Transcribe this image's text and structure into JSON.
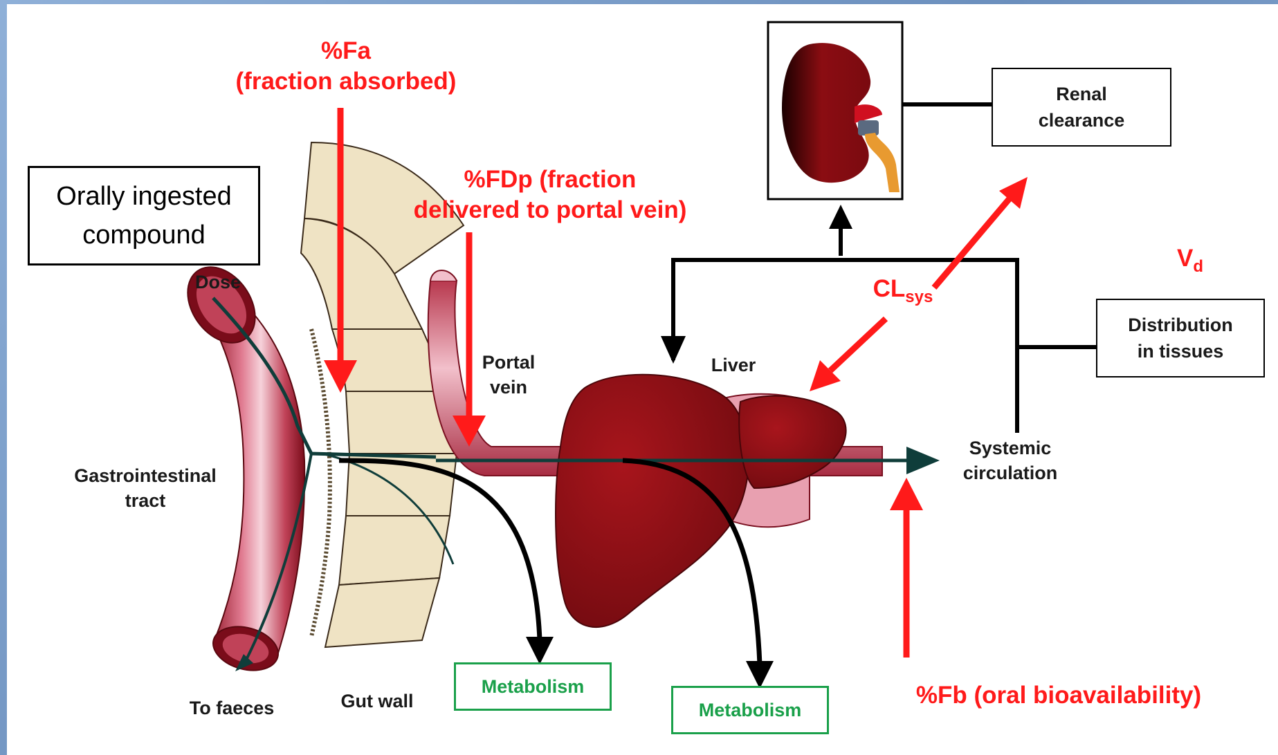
{
  "labels": {
    "fa_title": "%Fa",
    "fa_sub": "(fraction absorbed)",
    "fdp_line1": "%FDp (fraction",
    "fdp_line2": "delivered to portal vein)",
    "fb": "%Fb (oral bioavailability)",
    "cl_main": "CL",
    "cl_sub": "sys",
    "vd_main": "V",
    "vd_sub": "d",
    "orally_line1": "Orally ingested",
    "orally_line2": "compound",
    "dose": "Dose",
    "gi_line1": "Gastrointestinal",
    "gi_line2": "tract",
    "to_faeces": "To faeces",
    "gut_wall": "Gut wall",
    "portal_line1": "Portal",
    "portal_line2": "vein",
    "liver": "Liver",
    "systemic_line1": "Systemic",
    "systemic_line2": "circulation",
    "renal_line1": "Renal",
    "renal_line2": "clearance",
    "distribution_line1": "Distribution",
    "distribution_line2": "in tissues",
    "metabolism_1": "Metabolism",
    "metabolism_2": "Metabolism"
  },
  "colors": {
    "accent_red": "#ff1a1a",
    "metabolism_green": "#1aa04a",
    "organ_red": "#8b0d12",
    "vessel_pink": "#d9798a",
    "gut_wall_tan": "#efe3c4",
    "flow_line": "#0f3d3a",
    "frame_blue": "#7a9cc6"
  },
  "icons": {
    "kidney": "kidney-icon",
    "liver": "liver-illustration",
    "intestine": "intestine-illustration"
  }
}
